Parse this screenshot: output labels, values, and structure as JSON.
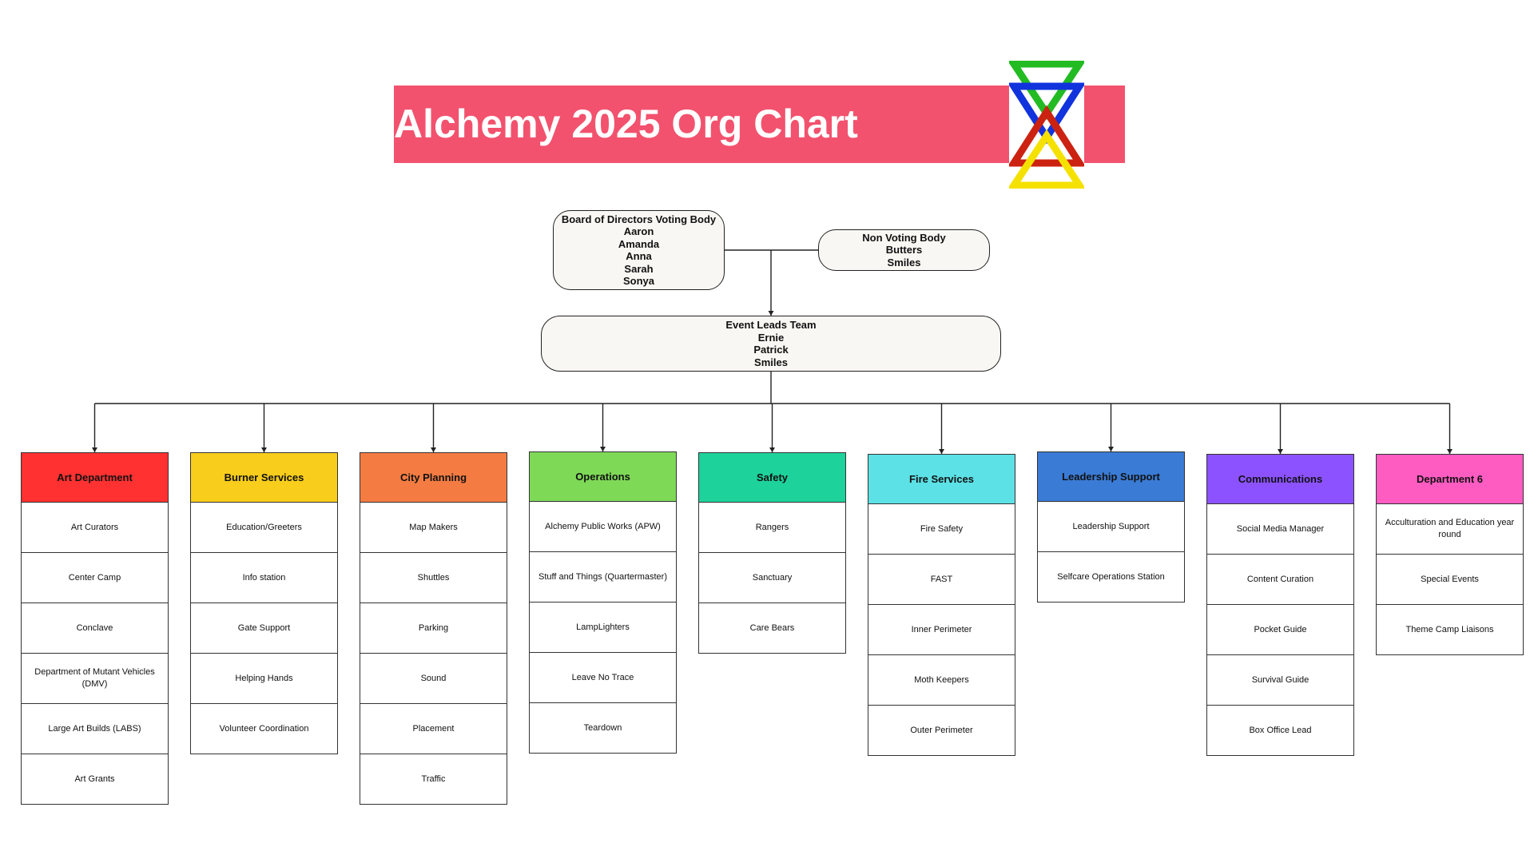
{
  "title": "Alchemy 2025 Org Chart",
  "colors": {
    "banner": "#f2526e",
    "pill_bg": "#f8f7f3",
    "logo": [
      "#22bb22",
      "#1133dd",
      "#cc2211",
      "#f5e100"
    ]
  },
  "board": {
    "heading": "Board of Directors Voting Body",
    "members": [
      "Aaron",
      "Amanda",
      "Anna",
      "Sarah",
      "Sonya"
    ]
  },
  "non_voting": {
    "heading": "Non Voting Body",
    "members": [
      "Butters",
      "Smiles"
    ]
  },
  "event_leads": {
    "heading": "Event Leads Team",
    "members": [
      "Ernie",
      "Patrick",
      "Smiles"
    ]
  },
  "departments": [
    {
      "name": "Art Department",
      "color": "#ff3131",
      "items": [
        "Art Curators",
        "Center Camp",
        "Conclave",
        "Department of Mutant Vehicles (DMV)",
        "Large Art Builds (LABS)",
        "Art Grants"
      ]
    },
    {
      "name": "Burner Services",
      "color": "#f8cd1c",
      "items": [
        "Education/Greeters",
        "Info station",
        "Gate Support",
        "Helping Hands",
        "Volunteer Coordination"
      ]
    },
    {
      "name": "City Planning",
      "color": "#f47c42",
      "items": [
        "Map Makers",
        "Shuttles",
        "Parking",
        "Sound",
        "Placement",
        "Traffic"
      ]
    },
    {
      "name": "Operations",
      "color": "#7ed957",
      "items": [
        "Alchemy Public Works (APW)",
        "Stuff and Things (Quartermaster)",
        "LampLighters",
        "Leave No Trace",
        "Teardown"
      ]
    },
    {
      "name": "Safety",
      "color": "#1ed29b",
      "items": [
        "Rangers",
        "Sanctuary",
        "Care Bears"
      ]
    },
    {
      "name": "Fire Services",
      "color": "#5ce1e6",
      "items": [
        "Fire Safety",
        "FAST",
        "Inner Perimeter",
        "Moth Keepers",
        "Outer Perimeter"
      ]
    },
    {
      "name": "Leadership Support",
      "color": "#3a7bd5",
      "items": [
        "Leadership Support",
        "Selfcare Operations Station"
      ]
    },
    {
      "name": "Communications",
      "color": "#8c52ff",
      "items": [
        "Social Media Manager",
        "Content Curation",
        "Pocket Guide",
        "Survival Guide",
        "Box Office Lead"
      ]
    },
    {
      "name": "Department 6",
      "color": "#ff5cc2",
      "items": [
        "Acculturation and Education year round",
        "Special Events",
        "Theme Camp Liaisons"
      ]
    }
  ]
}
